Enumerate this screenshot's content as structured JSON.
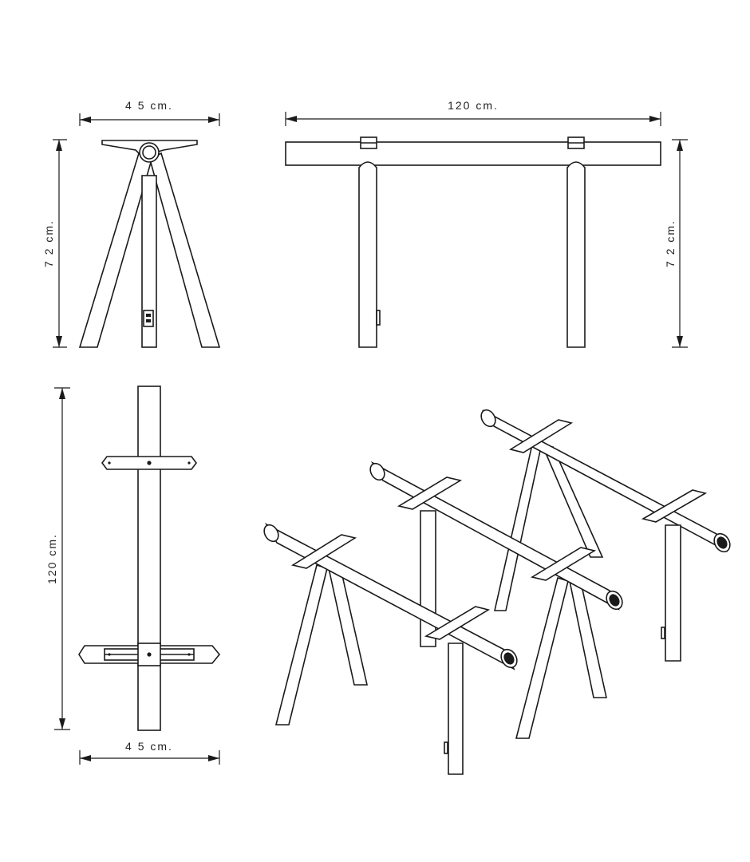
{
  "dimensions": {
    "front_width": "4 5 cm.",
    "side_length": "120 cm.",
    "front_height": "7 2 cm.",
    "side_height": "7 2 cm.",
    "plan_length": "120 cm.",
    "plan_width": "4 5 cm."
  },
  "colors": {
    "line": "#1a1a1a",
    "background": "#ffffff"
  }
}
